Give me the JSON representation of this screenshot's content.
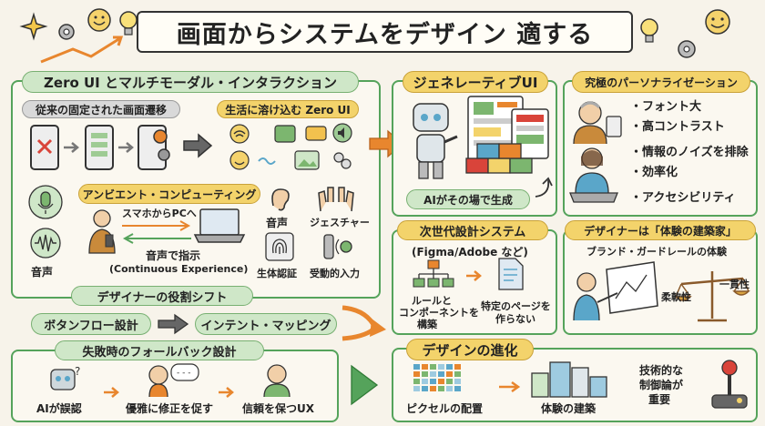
{
  "title": "画面からシステムをデザイン 適する",
  "left": {
    "heading": "Zero UI とマルチモーダル・インタラクション",
    "conventional_label": "従来の固定された画面遷移",
    "daily_label": "生活に溶け込む Zero UI",
    "ambient_label": "アンビエント・コンピューティング",
    "voice_label": "音声",
    "phone_to_pc": "スマホからPCへ",
    "voice_instruction": "音声で指示",
    "continuous": "(Continuous Experience)",
    "inputs": [
      "音声",
      "ジェスチャー",
      "生体認証",
      "受動的入力"
    ]
  },
  "shift": {
    "heading": "デザイナーの役割シフト",
    "from": "ボタンフロー設計",
    "to": "インテント・マッピング"
  },
  "fallback": {
    "heading": "失敗時のフォールバック設計",
    "steps": [
      "AIが誤認",
      "優雅に修正を促す",
      "信頼を保つUX"
    ]
  },
  "generative": {
    "heading": "ジェネレーティブUI",
    "caption": "AIがその場で生成"
  },
  "personal": {
    "heading": "究極のパーソナライゼーション",
    "items": [
      "・フォント大",
      "・高コントラスト",
      "・情報のノイズを排除",
      "・効率化",
      "・アクセシビリティ"
    ]
  },
  "nextgen": {
    "heading": "次世代設計システム",
    "sub": "(Figma/Adobe など)",
    "rules_lines": [
      "ルールと",
      "コンポーネントを",
      "構築"
    ],
    "pages_lines": [
      "特定のページを",
      "作らない"
    ]
  },
  "architect": {
    "heading": "デザイナーは「体験の建築家」",
    "sub": "ブランド・ガードレールの体験",
    "flex": "柔軟性",
    "consistency": "一貫性"
  },
  "evolution": {
    "heading": "デザインの進化",
    "pixels": "ピクセルの配置",
    "building": "体験の建築",
    "control_lines": [
      "技術的な",
      "制御論が",
      "重要"
    ]
  },
  "colors": {
    "frame": "#55a35b",
    "orange": "#e8862e",
    "yellow": "#f3d36b",
    "pale_green": "#cfe7c8"
  }
}
